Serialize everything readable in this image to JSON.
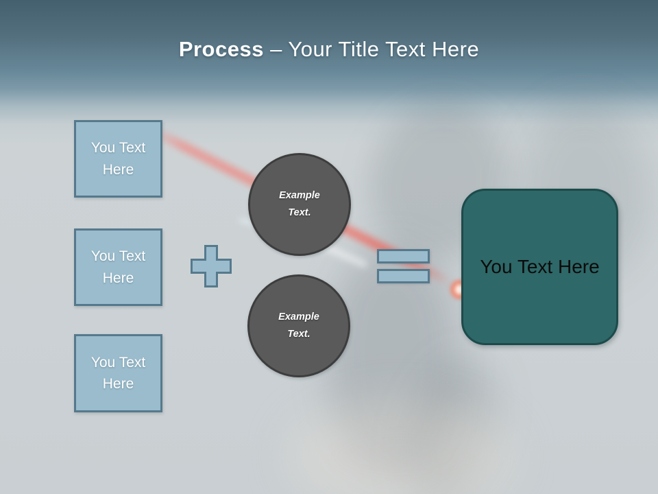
{
  "colors": {
    "header_top": "#44606e",
    "header_mid": "#68899a",
    "canvas_gray": "#cdd3d5",
    "shape_blue": "#9abcCd",
    "shape_blue_border": "#56798c",
    "circle_gray": "#5a5a5a",
    "circle_gray_border": "#3d3d3d",
    "teal": "#2e6868",
    "teal_border": "#1d4b4b",
    "title_text": "#fdfefe",
    "laser_red": "#f5756b"
  },
  "title": {
    "bold_part": "Process",
    "regular_part": "– Your Title Text Here"
  },
  "input_boxes": [
    {
      "label": "You Text Here"
    },
    {
      "label": "You Text Here"
    },
    {
      "label": "You Text Here"
    }
  ],
  "icons": {
    "plus": "plus-icon",
    "equals": "equals-icon"
  },
  "example_circles": [
    {
      "label": "Example Text."
    },
    {
      "label": "Example Text."
    }
  ],
  "result_box": {
    "label": "You Text Here"
  }
}
